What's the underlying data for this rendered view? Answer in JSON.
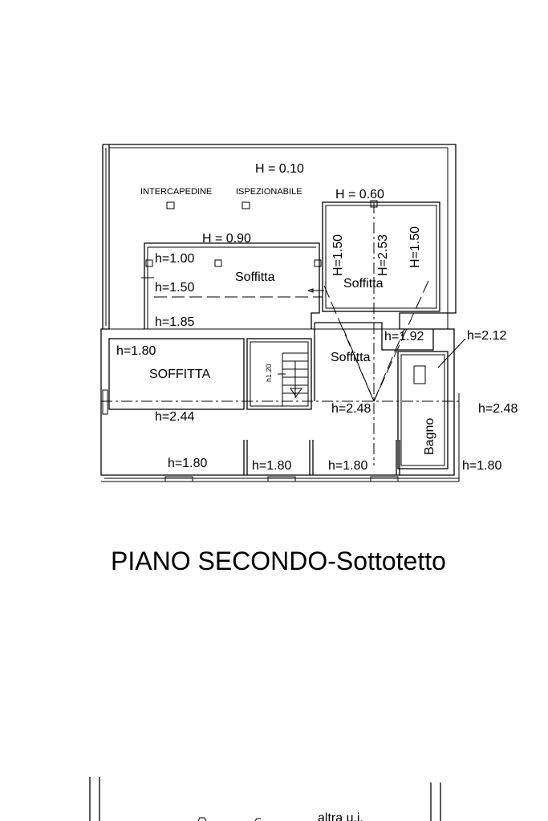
{
  "plan": {
    "title": "PIANO SECONDO-Sottotetto",
    "labels": {
      "h_010": "H = 0.10",
      "intercapedine": "INTERCAPEDINE",
      "ispezionabile": "ISPEZIONABILE",
      "h_060": "H = 0.60",
      "h_090": "H = 0.90",
      "h_100": "h=1.00",
      "h_150_left": "h=1.50",
      "soffitta_left": "Soffitta",
      "h_185": "h=1.85",
      "v_150_a": "H=1.50",
      "v_253": "H=2.53",
      "v_150_b": "H=1.50",
      "soffitta_right": "Soffitta",
      "h_192": "h=1.92",
      "h_212": "h=2.12",
      "h_180_top": "h=1.80",
      "soffitta_caps": "SOFFITTA",
      "stair_h": "h1.20",
      "soffitta_center": "Soffitta",
      "h_244": "h=2.44",
      "h_248_center": "h=2.48",
      "h_248_right": "h=2.48",
      "bagno": "Bagno",
      "h_180_b1": "h=1.80",
      "h_180_b2": "h=1.80",
      "h_180_b3": "h=1.80",
      "h_180_b4": "h=1.80"
    }
  },
  "lower_plan": {
    "label": "altra u.i."
  }
}
